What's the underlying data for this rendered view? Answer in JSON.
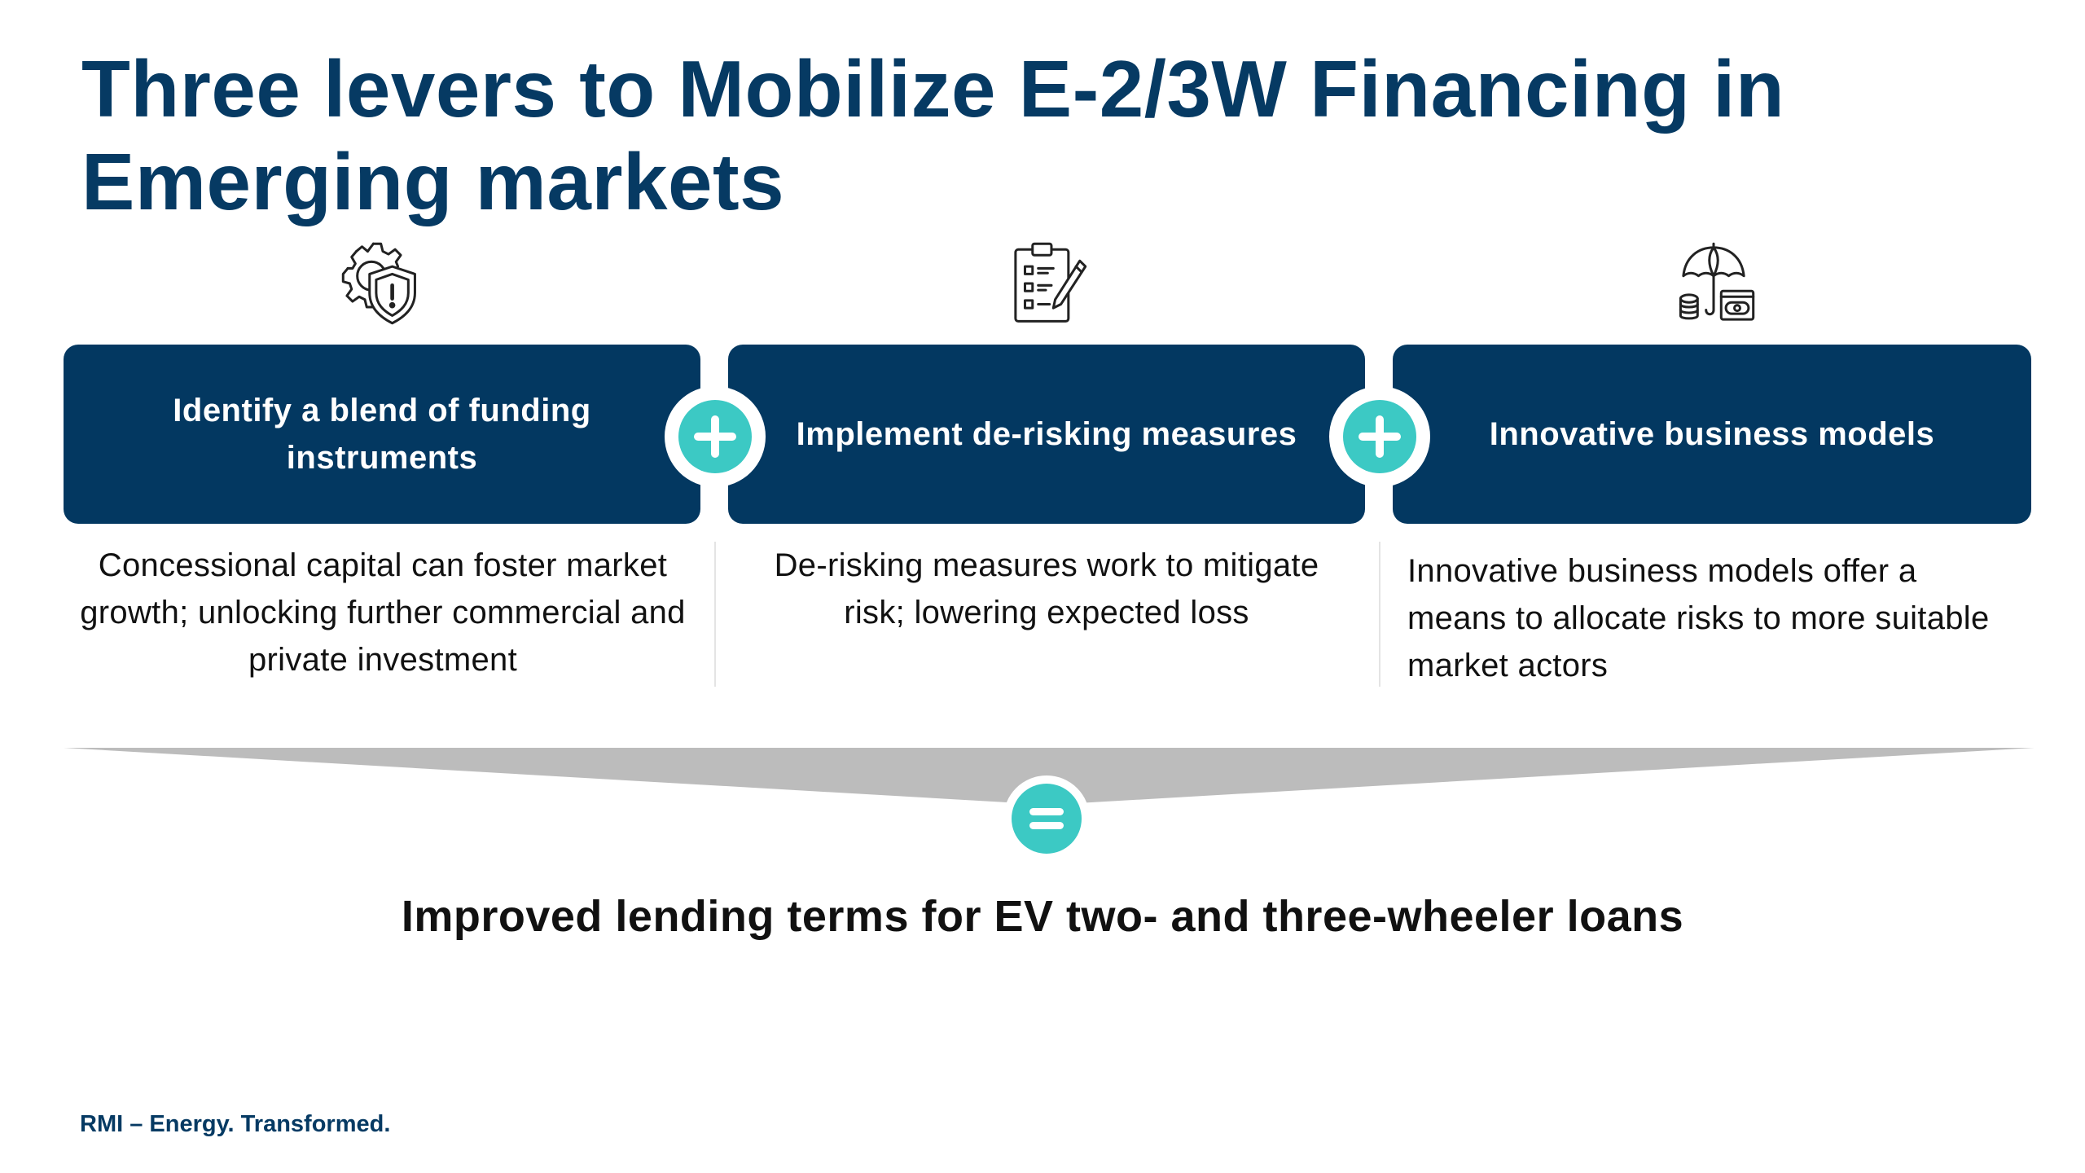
{
  "slide": {
    "title": "Three levers to Mobilize E-2/3W Financing in Emerging markets"
  },
  "levers": [
    {
      "icon": "gear-shield-warning-icon",
      "title": "Identify a blend of funding instruments",
      "description": "Concessional capital can foster market growth; unlocking further commercial and private investment"
    },
    {
      "icon": "checklist-clipboard-icon",
      "title": "Implement de-risking measures",
      "description": "De-risking measures work to mitigate risk; lowering expected loss"
    },
    {
      "icon": "umbrella-money-icon",
      "title": "Innovative business models",
      "description": "Innovative business models offer a means to allocate risks to more suitable market actors"
    }
  ],
  "connectors": {
    "plus_icon": "plus-icon",
    "equals_icon": "equals-icon"
  },
  "outcome": {
    "text": "Improved lending terms for EV two- and three-wheeler loans"
  },
  "footer": {
    "text": "RMI – Energy. Transformed."
  },
  "colors": {
    "navy": "#033861",
    "title_blue": "#063a63",
    "teal": "#3cc9c4",
    "funnel_gray": "#bcbcbc"
  }
}
